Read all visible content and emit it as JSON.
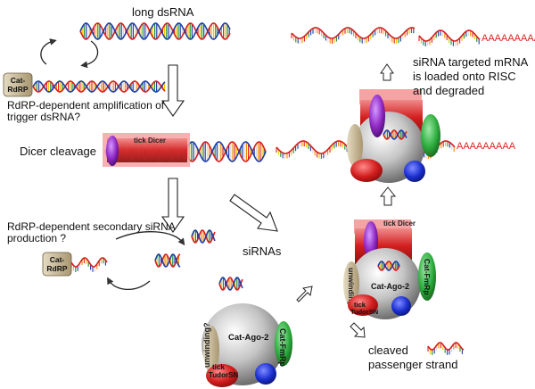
{
  "title": "long dsRNA",
  "labels": {
    "rdrp_amplification": [
      "RdRP-dependent amplification of",
      "trigger dsRNA?"
    ],
    "dicer_cleavage": "Dicer cleavage",
    "rdrp_secondary": [
      "RdRP-dependent secondary siRNA",
      "production ?"
    ],
    "sirnas": "siRNAs",
    "risc_loaded": [
      "siRNA targeted mRNA",
      "is loaded onto RISC",
      "and degraded"
    ],
    "cleaved_passenger": [
      "cleaved",
      "passenger strand"
    ]
  },
  "protein_labels": {
    "cat_rdrp": [
      "Cat-",
      "RdRP"
    ],
    "tick_dicer": "tick Dicer",
    "cat_ago2": "Cat-Ago-2",
    "cat_fmrp": "Cat-FmRp",
    "unwinding": "unwinding",
    "unwinding_q": "unwinding?",
    "tick_tudorsn": [
      "tick",
      "TudorSN"
    ]
  },
  "poly_a": "AAAAAAAAA",
  "colors": {
    "rna_strand_red": "#d81e1e",
    "rna_strand_blue": "#1f3fa8",
    "dicer": "#d62020",
    "dicer_highlight": "#f39a9a",
    "ago2": "#a9a9a9",
    "fmrp": "#2eae3e",
    "tudorsn": "#d21e1e",
    "blue_ball": "#1b2fd0",
    "purple": "#8f28c4",
    "unwinding": "#c8b693",
    "rdrp": "#b3a184"
  }
}
